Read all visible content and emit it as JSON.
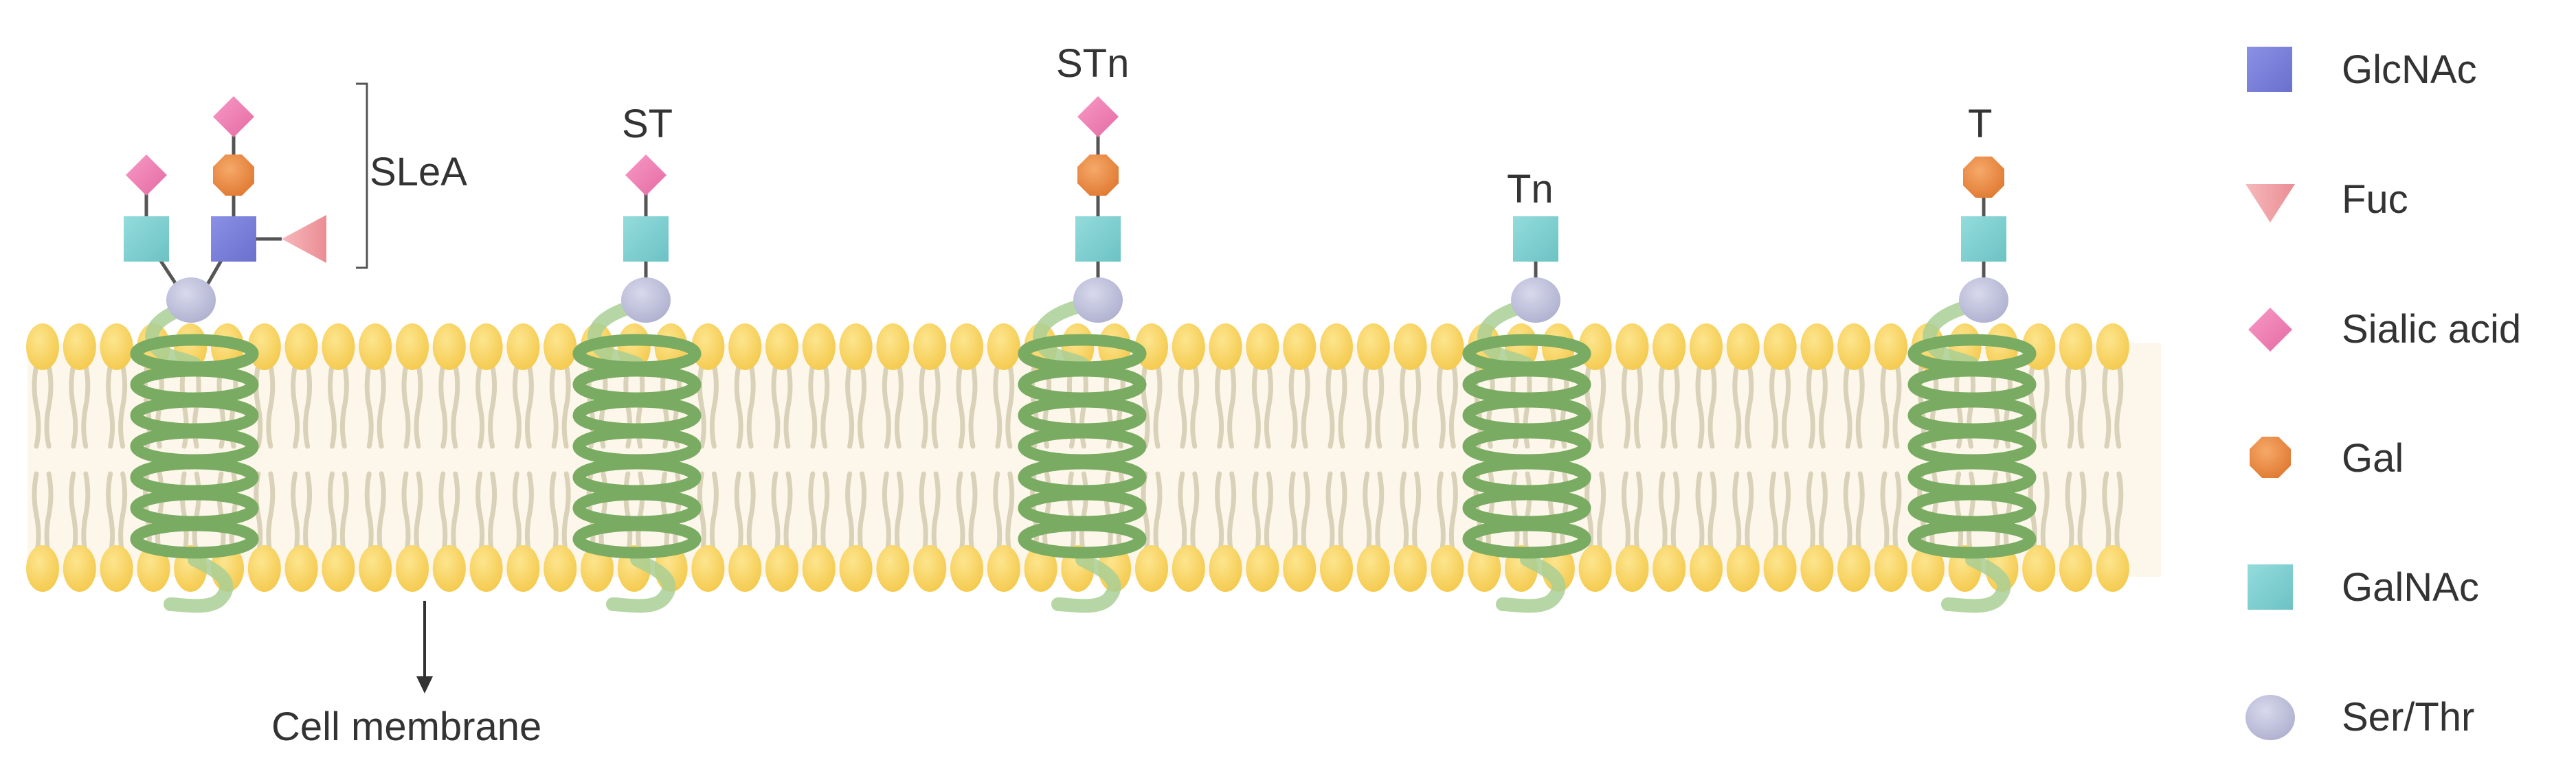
{
  "labels": {
    "slea": "SLeA",
    "st": "ST",
    "stn": "STn",
    "tn": "Tn",
    "t": "T",
    "membrane": "Cell membrane"
  },
  "legend": [
    {
      "key": "glcnac",
      "label": "GlcNAc",
      "shape": "square",
      "color": "#7f86dc"
    },
    {
      "key": "fuc",
      "label": "Fuc",
      "shape": "triangle",
      "color": "#f2a3a8"
    },
    {
      "key": "sialic",
      "label": "Sialic acid",
      "shape": "diamond",
      "color": "#f07fb5"
    },
    {
      "key": "gal",
      "label": "Gal",
      "shape": "circle-octagon",
      "color": "#ec8e4a"
    },
    {
      "key": "galnac",
      "label": "GalNAc",
      "shape": "square",
      "color": "#7fd0d0"
    },
    {
      "key": "serthr",
      "label": "Ser/Thr",
      "shape": "ellipse",
      "color": "#c2c3dc"
    }
  ],
  "colors": {
    "lipid_head": "#f8d56a",
    "lipid_tail": "#ded8c0",
    "membrane_bg": "#fcf7ea",
    "helix": "#79ab62",
    "helix_light": "#a9cf95",
    "bond": "#555555"
  }
}
